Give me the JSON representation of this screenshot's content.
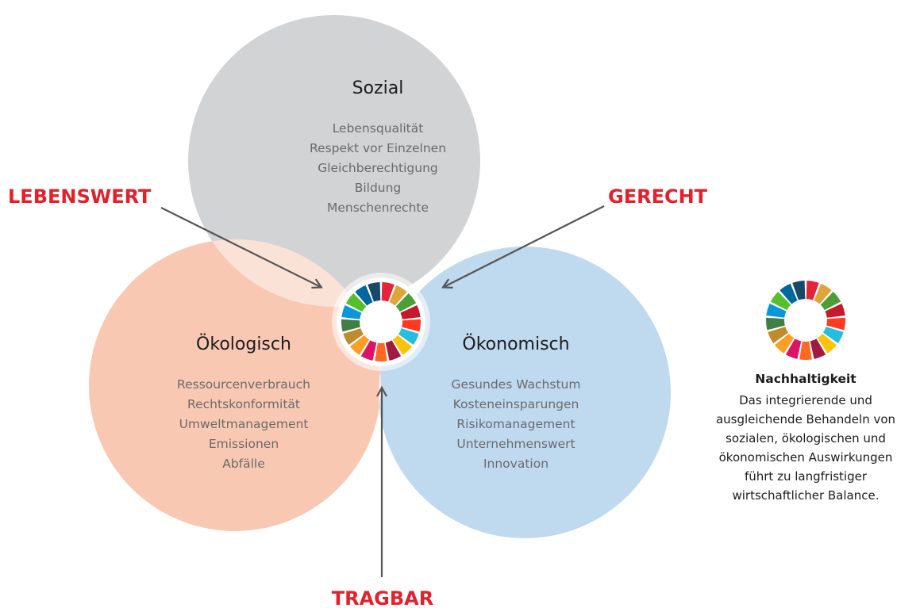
{
  "circles": {
    "social": {
      "title": "Sozial",
      "items": [
        "Lebensqualität",
        "Respekt vor Einzelnen",
        "Gleichberechtigung",
        "Bildung",
        "Menschenrechte"
      ],
      "color": "#d2d3d5"
    },
    "ecological": {
      "title": "Ökologisch",
      "items": [
        "Ressourcenverbrauch",
        "Rechtskonformität",
        "Umweltmanagement",
        "Emissionen",
        "Abfälle"
      ],
      "color": "#f9c8b3"
    },
    "economic": {
      "title": "Ökonomisch",
      "items": [
        "Gesundes Wachstum",
        "Kosteneinsparungen",
        "Risikomanagement",
        "Unternehmenswert",
        "Innovation"
      ],
      "color": "#bfd9ef"
    }
  },
  "callouts": {
    "livable": "LEBENSWERT",
    "equitable": "GERECHT",
    "bearable": "TRAGBAR",
    "color": "#e4202b"
  },
  "sidebar": {
    "title": "Nachhaltigkeit",
    "lines": [
      "Das integrierende und",
      "ausgleichende Behandeln von",
      "sozialen, ökologischen und",
      "ökonomischen Auswirkungen",
      "führt zu langfristiger",
      "wirtschaftlicher Balance."
    ]
  },
  "sdg_wheel": {
    "icon": "sdg-color-wheel-icon",
    "colors": [
      "#e5243b",
      "#dda63a",
      "#4c9f38",
      "#c5192d",
      "#ff3a21",
      "#26bde2",
      "#fcc30b",
      "#a21942",
      "#fd6925",
      "#dd1367",
      "#fd9d24",
      "#bf8b2e",
      "#3f7e44",
      "#0a97d9",
      "#56c02b",
      "#00689d",
      "#19486a"
    ]
  },
  "overlap_colors": {
    "social_ecological": "#fbe2d6",
    "social_economic": "#dde9f6",
    "ecological_economic": "#fde6e8"
  },
  "arrow_color": "#555555"
}
